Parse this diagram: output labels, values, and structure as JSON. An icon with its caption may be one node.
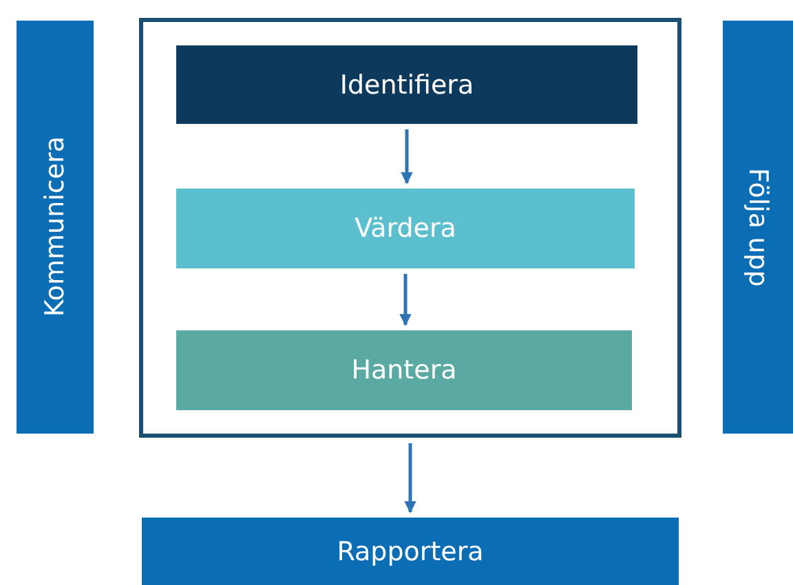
{
  "diagram": {
    "nodes": [
      {
        "text": [
          "Kommunicera"
        ]
      },
      {
        "text": [],
        "shape": "box"
      },
      {
        "text": [
          "Identifiera"
        ],
        "in": 1
      },
      {
        "text": [
          "Värdera"
        ],
        "in": 1
      },
      {
        "text": [
          "Hantera"
        ],
        "in": 1
      },
      {
        "text": [
          "Följa upp"
        ]
      },
      {
        "text": [
          "Rapportera"
        ]
      }
    ],
    "edges": [
      {
        "from": 2,
        "to": 3,
        "arrow": "to"
      },
      {
        "from": 3,
        "to": 4,
        "arrow": "to"
      },
      {
        "from": 1,
        "to": 6,
        "arrow": "to"
      }
    ]
  }
}
